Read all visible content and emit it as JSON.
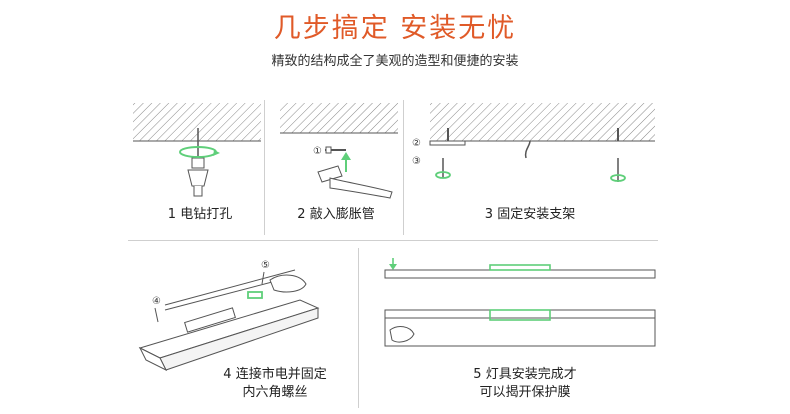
{
  "header": {
    "title": "几步搞定  安装无忧",
    "subtitle": "精致的结构成全了美观的造型和便捷的安装"
  },
  "steps": [
    {
      "label": "1  电钻打孔"
    },
    {
      "label": "2  敲入膨胀管"
    },
    {
      "label": "3  固定安装支架"
    },
    {
      "line1": "4  连接市电并固定",
      "line2": "内六角螺丝"
    },
    {
      "line1": "5  灯具安装完成才",
      "line2": "可以揭开保护膜"
    }
  ],
  "markers": {
    "m1": "①",
    "m2": "②",
    "m3": "③",
    "m4": "④",
    "m5": "⑤"
  },
  "colors": {
    "title": "#e05a28",
    "accent_green": "#5fcf7a",
    "line": "#555555"
  }
}
